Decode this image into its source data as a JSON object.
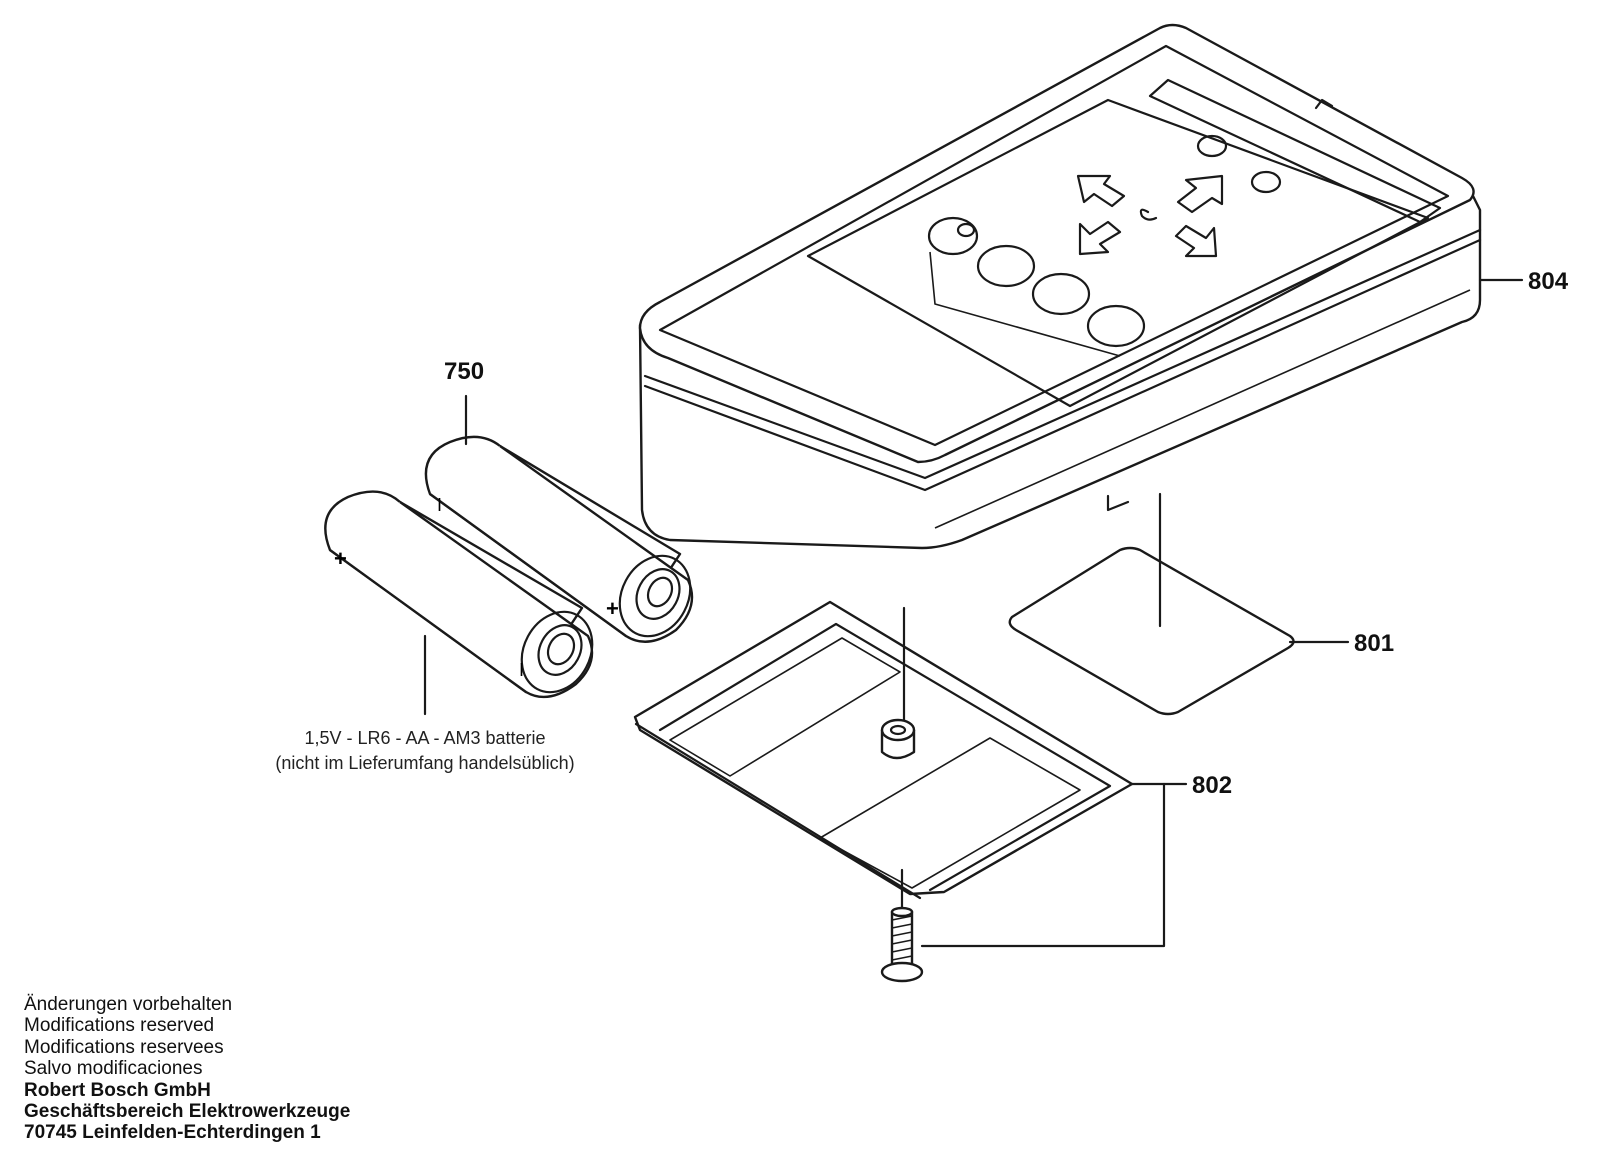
{
  "parts": {
    "p804": "804",
    "p750": "750",
    "p801": "801",
    "p802": "802"
  },
  "battery_note": {
    "line1": "1,5V - LR6 - AA - AM3 batterie",
    "line2": "(nicht im Lieferumfang handelsüblich)"
  },
  "battery_marks": {
    "plus": "+",
    "minus": "I"
  },
  "footer": {
    "lines": [
      "Änderungen vorbehalten",
      "Modifications reserved",
      "Modifications reservees",
      "Salvo modificaciones"
    ],
    "bold_lines": [
      "Robert Bosch GmbH",
      "Geschäftsbereich Elektrowerkzeuge",
      "70745 Leinfelden-Echterdingen 1"
    ]
  }
}
